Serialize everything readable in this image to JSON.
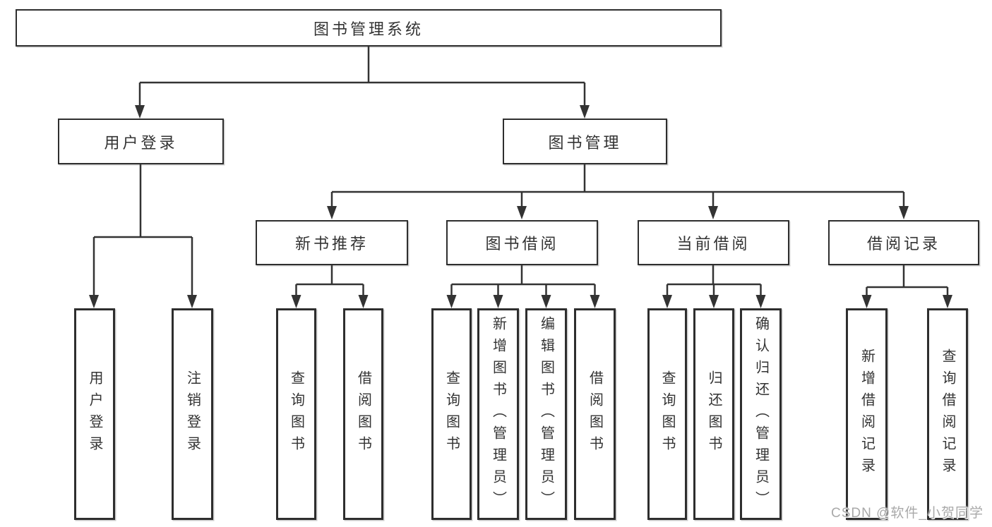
{
  "diagram": {
    "root": {
      "label": "图书管理系统"
    },
    "branches": [
      {
        "label": "用户登录",
        "children": [
          {
            "label": "用户登录"
          },
          {
            "label": "注销登录"
          }
        ]
      },
      {
        "label": "图书管理",
        "children": [
          {
            "label": "新书推荐",
            "children": [
              {
                "label": "查询图书"
              },
              {
                "label": "借阅图书"
              }
            ]
          },
          {
            "label": "图书借阅",
            "children": [
              {
                "label": "查询图书"
              },
              {
                "label": "新增图书（管理员）"
              },
              {
                "label": "编辑图书（管理员）"
              },
              {
                "label": "借阅图书"
              }
            ]
          },
          {
            "label": "当前借阅",
            "children": [
              {
                "label": "查询图书"
              },
              {
                "label": "归还图书"
              },
              {
                "label": "确认归还（管理员）"
              }
            ]
          },
          {
            "label": "借阅记录",
            "children": [
              {
                "label": "新增借阅记录"
              },
              {
                "label": "查询借阅记录"
              }
            ]
          }
        ]
      }
    ]
  },
  "watermark": {
    "text": "CSDN @软件_小贺同学"
  },
  "colors": {
    "line": "#333333",
    "box_border": "#2e2e2e",
    "text": "#333333",
    "watermark": "#a9a9a9",
    "background": "#ffffff"
  }
}
